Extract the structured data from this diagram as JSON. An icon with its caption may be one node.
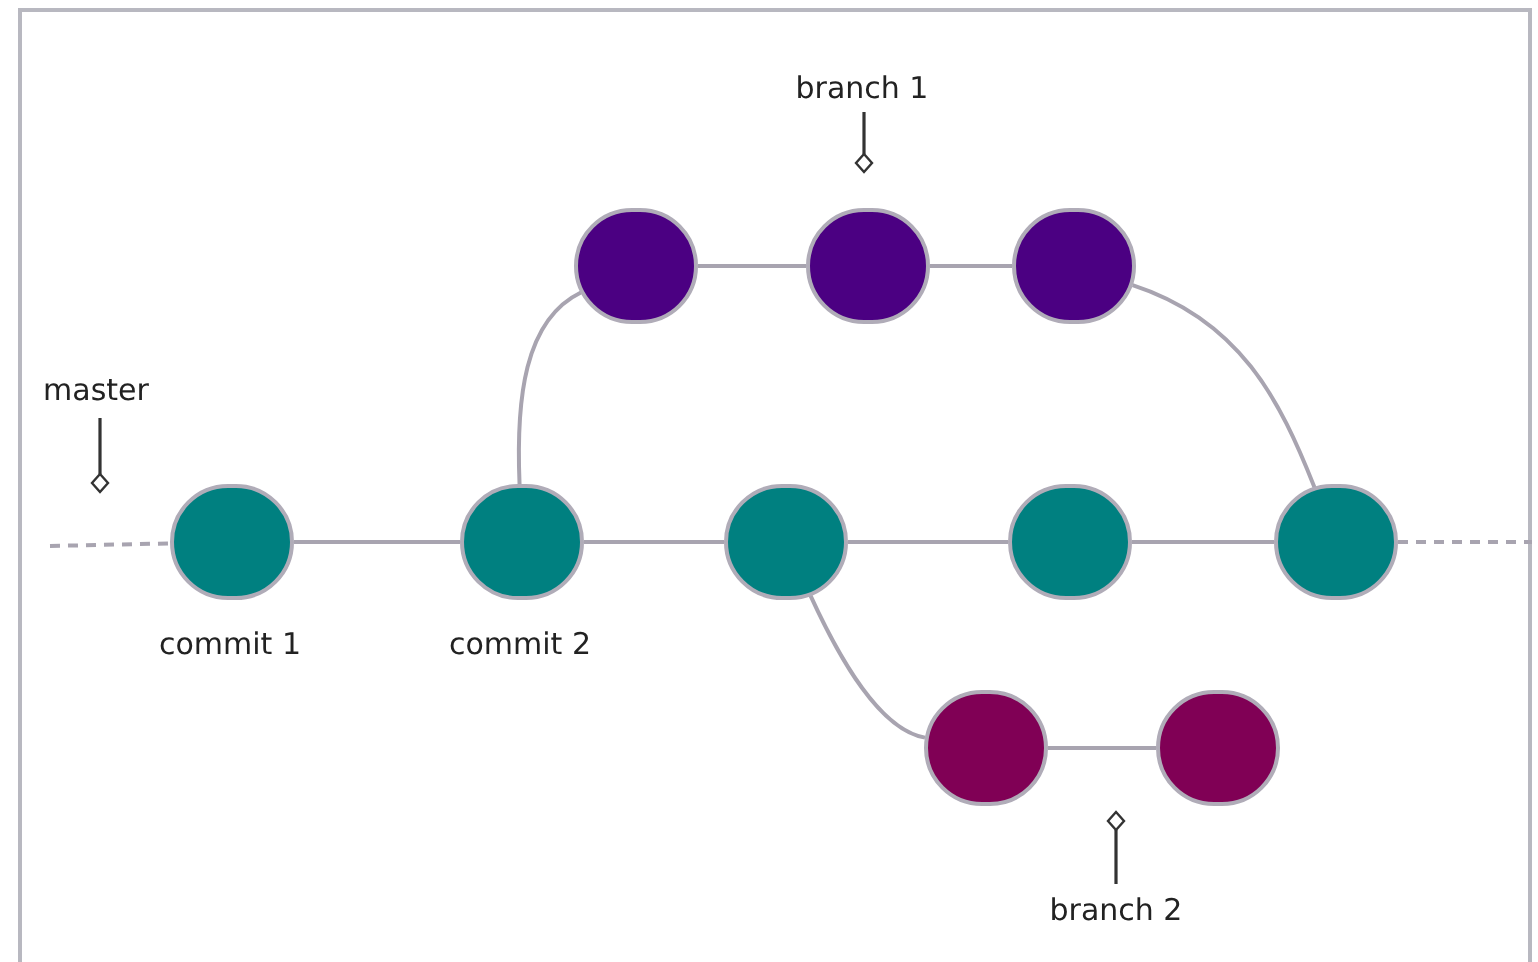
{
  "diagram": {
    "nodes": [
      {
        "text": [
          "branch 1"
        ]
      },
      {
        "text": [],
        "shape": "circle"
      },
      {
        "text": [],
        "shape": "circle"
      },
      {
        "text": [],
        "shape": "circle"
      },
      {
        "text": [
          "master"
        ]
      },
      {
        "text": [],
        "shape": "circle",
        "beside": [
          "commit 1"
        ]
      },
      {
        "text": [],
        "shape": "circle",
        "beside": [
          "commit 2"
        ]
      },
      {
        "text": [],
        "shape": "circle"
      },
      {
        "text": [],
        "shape": "circle"
      },
      {
        "text": [],
        "shape": "circle"
      },
      {
        "text": [],
        "shape": "circle"
      },
      {
        "text": [],
        "shape": "circle"
      },
      {
        "text": [
          "branch 2"
        ]
      }
    ],
    "edges": [
      {
        "from": null,
        "to": 5,
        "arrow": "none",
        "style": "dashed"
      },
      {
        "from": 5,
        "to": 6,
        "arrow": "none"
      },
      {
        "from": 6,
        "to": 7,
        "arrow": "none"
      },
      {
        "from": 7,
        "to": 8,
        "arrow": "none"
      },
      {
        "from": 8,
        "to": 9,
        "arrow": "none"
      },
      {
        "from": 9,
        "to": null,
        "arrow": "none",
        "style": "dashed"
      },
      {
        "from": 6,
        "to": 1,
        "arrow": "none"
      },
      {
        "from": 1,
        "to": 2,
        "arrow": "none"
      },
      {
        "from": 2,
        "to": 3,
        "arrow": "none"
      },
      {
        "from": 3,
        "to": 9,
        "arrow": "none"
      },
      {
        "from": 7,
        "to": 10,
        "arrow": "none"
      },
      {
        "from": 10,
        "to": 11,
        "arrow": "none"
      },
      {
        "from": 0,
        "to": null,
        "arrow": "other",
        "color": "#333333"
      },
      {
        "from": 4,
        "to": null,
        "arrow": "other",
        "color": "#333333"
      },
      {
        "from": 12,
        "to": null,
        "arrow": "other",
        "color": "#333333"
      }
    ]
  }
}
